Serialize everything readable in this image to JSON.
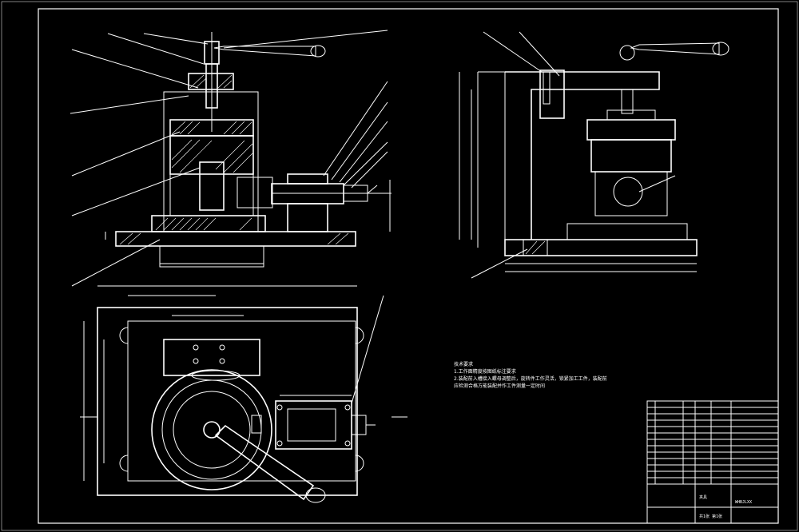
{
  "drawing": {
    "background": "#000000",
    "line_color": "#ffffff"
  },
  "notes": {
    "title": "技术要求",
    "lines": [
      "1.工作面精度按图纸标注要求",
      "2.装配前入槽接入螺母调整后，旋转件工作灵活，锁紧加工工件，装配前",
      "  应检测合格方能装配并作工件测量一定时间"
    ]
  },
  "title_block": {
    "drawing_name": "夹具",
    "code": "WHBJLXX",
    "sheet": "共1张 第1张"
  }
}
